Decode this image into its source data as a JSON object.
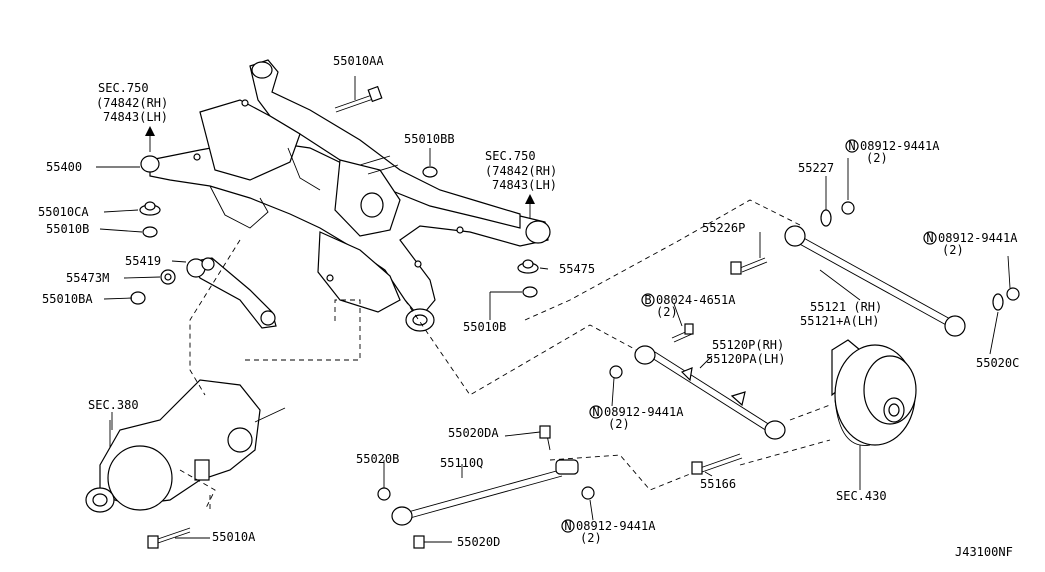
{
  "diagram_id": "J43100NF",
  "labels": {
    "sec750_a": "SEC.750",
    "sec750_a_rh": "(74842(RH)",
    "sec750_a_lh": "74843(LH)",
    "sec750_b": "SEC.750",
    "sec750_b_rh": "(74842(RH)",
    "sec750_b_lh": "74843(LH)",
    "p55400": "55400",
    "p55010ca": "55010CA",
    "p55010b_left": "55010B",
    "p55419": "55419",
    "p55473m": "55473M",
    "p55010ba": "55010BA",
    "p55010aa": "55010AA",
    "p55010bb": "55010BB",
    "p55475": "55475",
    "p55010b_mid": "55010B",
    "sec380": "SEC.380",
    "p55010a": "55010A",
    "p55227": "55227",
    "n08912_top": "08912-9441A",
    "n08912_top_qty": "(2)",
    "p55226p": "55226P",
    "n08912_right": "08912-9441A",
    "n08912_right_qty": "(2)",
    "b08024": "08024-4651A",
    "b08024_qty": "(2)",
    "p55121_rh": "55121  (RH)",
    "p55121_lh": "55121+A(LH)",
    "p55120p_rh": "55120P(RH)",
    "p55120pa_lh": "55120PA(LH)",
    "p55020c": "55020C",
    "n08912_mid": "08912-9441A",
    "n08912_mid_qty": "(2)",
    "p55020da": "55020DA",
    "p55020b": "55020B",
    "p55110q": "55110Q",
    "p55166": "55166",
    "sec430": "SEC.430",
    "n08912_bot": "08912-9441A",
    "n08912_bot_qty": "(2)",
    "p55020d": "55020D",
    "circle_n": "N",
    "circle_b": "B"
  }
}
